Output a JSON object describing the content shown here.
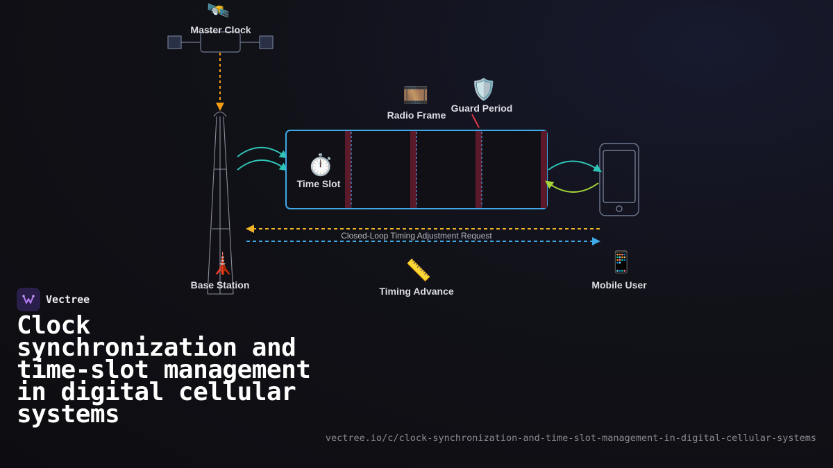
{
  "diagram": {
    "nodes": {
      "master_clock": {
        "label": "Master Clock",
        "icon": "satellite-icon"
      },
      "base_station": {
        "label": "Base Station",
        "icon": "tower-icon"
      },
      "radio_frame": {
        "label": "Radio Frame",
        "icon": "film-frames-icon"
      },
      "guard_period": {
        "label": "Guard Period",
        "icon": "shield-icon"
      },
      "time_slot": {
        "label": "Time Slot",
        "icon": "stopwatch-icon"
      },
      "timing_advance": {
        "label": "Timing Advance",
        "icon": "ruler-icon"
      },
      "mobile_user": {
        "label": "Mobile User",
        "icon": "mobile-phone-icon"
      }
    },
    "edges": {
      "closed_loop": {
        "label": "Closed-Loop Timing Adjustment Request"
      }
    },
    "colors": {
      "clock_link": "#f39c12",
      "frame_border": "#3fa9e6",
      "slot_divider": "#5a1a2a",
      "downlink": "#2ec4b6",
      "uplink": "#a6d63a",
      "request": "#f0b429",
      "response": "#3fa9e6",
      "guard_pointer": "#e0394b"
    }
  },
  "brand": {
    "name": "Vectree",
    "logo_icon": "vectree-logo-icon"
  },
  "title": "Clock synchronization and time-slot management in digital cellular systems",
  "url": "vectree.io/c/clock-synchronization-and-time-slot-management-in-digital-cellular-systems"
}
